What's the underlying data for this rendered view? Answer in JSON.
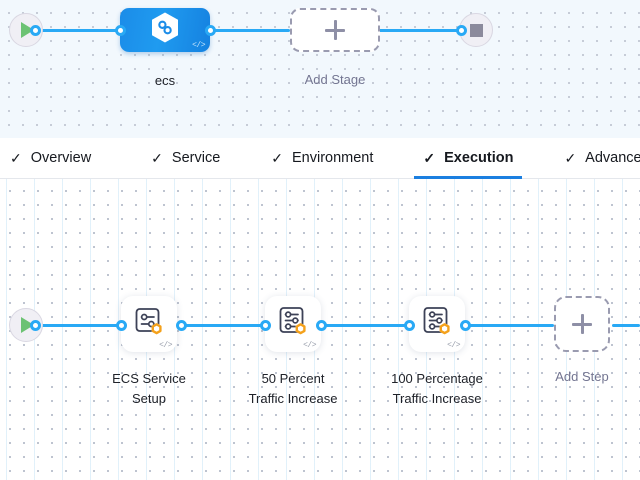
{
  "stage_graph": {
    "start_node": {
      "name": "start",
      "icon": "play-icon"
    },
    "end_node": {
      "name": "end",
      "icon": "stop-icon"
    },
    "stage": {
      "label": "ecs",
      "icon": "harness-hexagon-icon",
      "code_marker": "</>"
    },
    "add_stage": {
      "label": "Add Stage",
      "icon": "plus-icon"
    }
  },
  "tabs": [
    {
      "label": "Overview",
      "check": "✓",
      "active": false
    },
    {
      "label": "Service",
      "check": "✓",
      "active": false
    },
    {
      "label": "Environment",
      "check": "✓",
      "active": false
    },
    {
      "label": "Execution",
      "check": "✓",
      "active": true
    },
    {
      "label": "Advanced",
      "check": "✓",
      "active": false
    }
  ],
  "step_graph": {
    "start_node": {
      "name": "start",
      "icon": "play-icon"
    },
    "steps": [
      {
        "label_line1": "ECS Service",
        "label_line2": "Setup",
        "icon": "sliders-icon",
        "badge": "orange-hexagon-icon",
        "code_marker": "</>"
      },
      {
        "label_line1": "50 Percent",
        "label_line2": "Traffic Increase",
        "icon": "sliders-icon",
        "badge": "orange-hexagon-icon",
        "code_marker": "</>"
      },
      {
        "label_line1": "100 Percentage",
        "label_line2": "Traffic Increase",
        "icon": "sliders-icon",
        "badge": "orange-hexagon-icon",
        "code_marker": "</>"
      }
    ],
    "add_step": {
      "label": "Add Step",
      "icon": "plus-icon"
    }
  },
  "colors": {
    "edge": "#29a9f5",
    "stage_node": "#1b8ce8",
    "active_tab_underline": "#1b7fe0",
    "badge_orange": "#f4a11b",
    "play_green": "#6cc273"
  }
}
